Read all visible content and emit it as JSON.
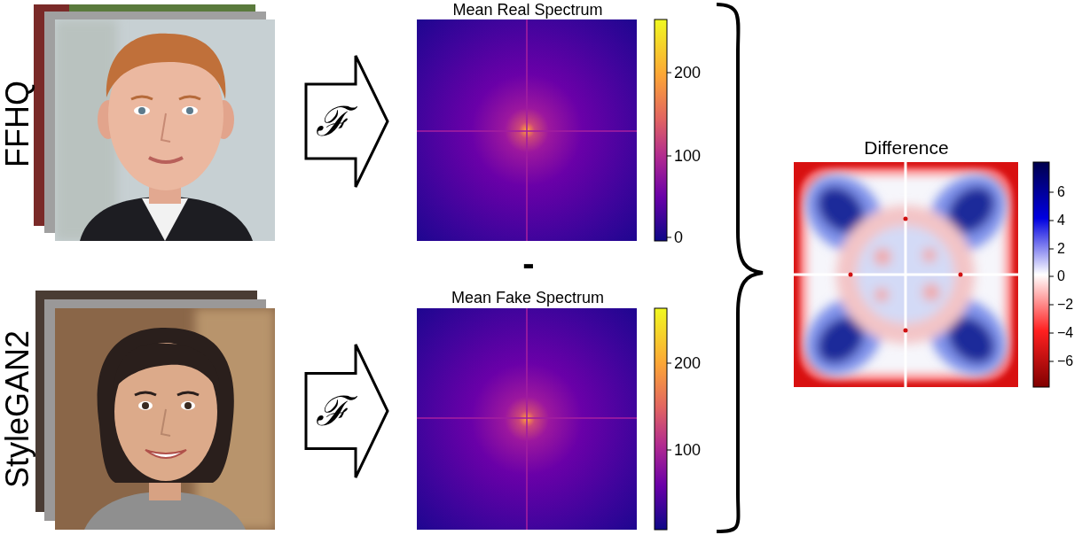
{
  "diagram": {
    "nodes": [
      {
        "text": [
          "FFHQ"
        ]
      },
      {
        "text": [
          "ℱ"
        ]
      },
      {
        "text": [
          "Mean Real Spectrum"
        ]
      },
      {
        "text": [
          "StyleGAN2"
        ]
      },
      {
        "text": [
          "ℱ"
        ]
      },
      {
        "text": [
          "Mean Fake Spectrum"
        ]
      },
      {
        "text": [
          "Difference"
        ]
      }
    ],
    "labels": [
      "-",
      "200",
      "100",
      "0",
      "200",
      "100",
      "6",
      "4",
      "2",
      "0",
      "−2",
      "−4",
      "−6"
    ]
  }
}
